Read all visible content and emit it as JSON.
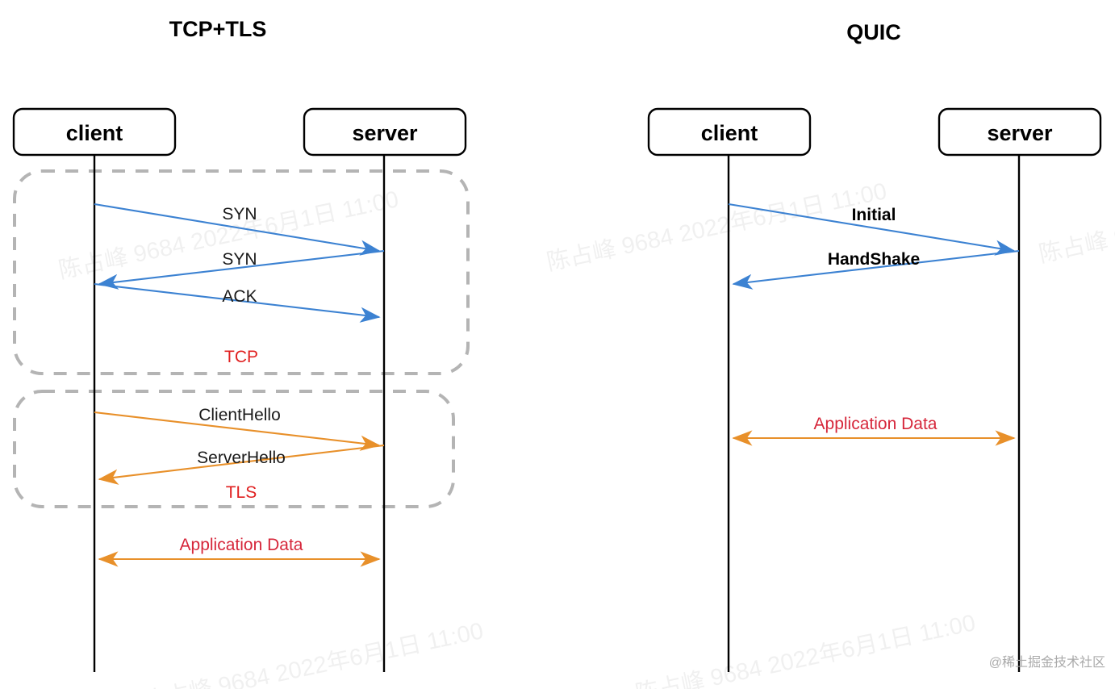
{
  "diagram": {
    "type": "sequence-diagram-comparison",
    "background": "#ffffff",
    "colors": {
      "blue_arrow": "#3c82d2",
      "orange_arrow": "#e8902a",
      "group_label_red": "#e02020",
      "appdata_red": "#d6263a",
      "dashed_group": "#b4b4b4",
      "lifeline": "#000000"
    },
    "panels": [
      {
        "id": "tcp-tls",
        "title": "TCP+TLS",
        "actors": [
          {
            "id": "client",
            "label": "client"
          },
          {
            "id": "server",
            "label": "server"
          }
        ],
        "groups": [
          {
            "id": "tcp",
            "label": "TCP"
          },
          {
            "id": "tls",
            "label": "TLS"
          }
        ],
        "messages": [
          {
            "label": "SYN",
            "from": "client",
            "to": "server",
            "color": "blue",
            "group": "tcp",
            "bold": false
          },
          {
            "label": "SYN",
            "from": "server",
            "to": "client",
            "color": "blue",
            "group": "tcp",
            "bold": false
          },
          {
            "label": "ACK",
            "from": "client",
            "to": "server",
            "color": "blue",
            "group": "tcp",
            "bold": false
          },
          {
            "label": "ClientHello",
            "from": "client",
            "to": "server",
            "color": "orange",
            "group": "tls",
            "bold": false
          },
          {
            "label": "ServerHello",
            "from": "server",
            "to": "client",
            "color": "orange",
            "group": "tls",
            "bold": false
          },
          {
            "label": "Application Data",
            "from": "client",
            "to": "server",
            "color": "orange",
            "group": null,
            "bidirectional": true,
            "bold": false
          }
        ]
      },
      {
        "id": "quic",
        "title": "QUIC",
        "actors": [
          {
            "id": "client",
            "label": "client"
          },
          {
            "id": "server",
            "label": "server"
          }
        ],
        "groups": [],
        "messages": [
          {
            "label": "Initial",
            "from": "client",
            "to": "server",
            "color": "blue",
            "group": null,
            "bold": true
          },
          {
            "label": "HandShake",
            "from": "server",
            "to": "client",
            "color": "blue",
            "group": null,
            "bold": true
          },
          {
            "label": "Application Data",
            "from": "client",
            "to": "server",
            "color": "orange",
            "group": null,
            "bidirectional": true,
            "bold": false
          }
        ]
      }
    ]
  },
  "watermarks": {
    "diagonal_text": "陈占峰 9684 2022年6月1日 11:00",
    "corner_text": "@稀土掘金技术社区"
  }
}
